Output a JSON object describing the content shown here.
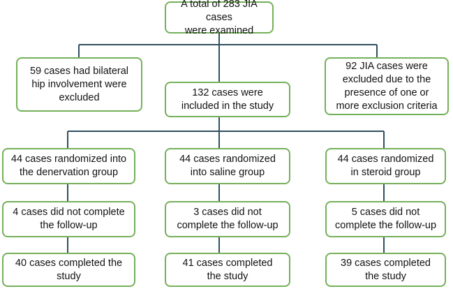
{
  "flowchart": {
    "top": "A total of 283 JIA cases\nwere examined",
    "excluded_left": "59 cases had bilateral\nhip involvement were\nexcluded",
    "included": "132 cases were\nincluded in the study",
    "excluded_right": "92 JIA cases were\nexcluded due to the\npresence of one or\nmore exclusion criteria",
    "groups": [
      {
        "randomized": "44 cases randomized into\nthe denervation group",
        "not_completed": "4 cases did not complete\nthe follow-up",
        "completed": "40 cases completed the\nstudy"
      },
      {
        "randomized": "44 cases randomized\ninto saline group",
        "not_completed": "3 cases did not\ncomplete the follow-up",
        "completed": "41 cases completed\nthe study"
      },
      {
        "randomized": "44 cases randomized\nin steroid group",
        "not_completed": "5 cases did not\ncomplete the follow-up",
        "completed": "39 cases completed\nthe study"
      }
    ]
  },
  "colors": {
    "box_border": "#74b05a",
    "connector": "#2f4f5f"
  }
}
